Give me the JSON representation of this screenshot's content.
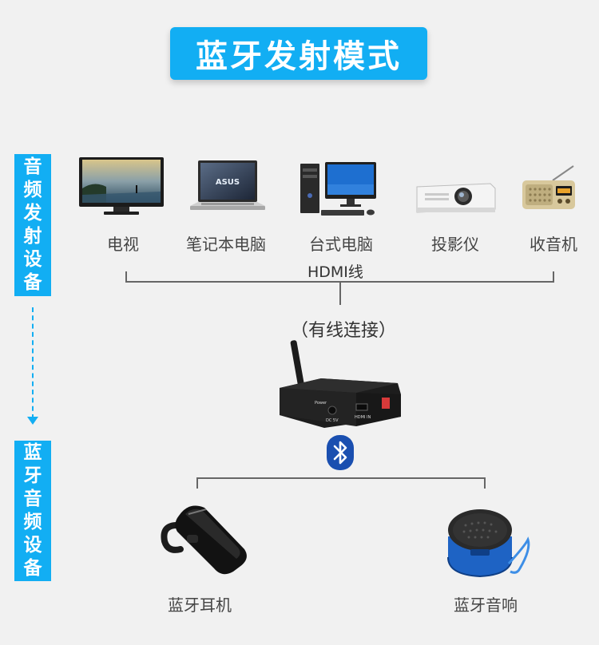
{
  "title": "蓝牙发射模式",
  "side_tags": {
    "source": [
      "音",
      "频",
      "发",
      "射",
      "设",
      "备"
    ],
    "sink": [
      "蓝",
      "牙",
      "音",
      "频",
      "设",
      "备"
    ]
  },
  "source_devices": [
    {
      "label": "电视",
      "icon": "tv-icon"
    },
    {
      "label": "笔记本电脑",
      "icon": "laptop-icon"
    },
    {
      "label": "台式电脑",
      "icon": "desktop-pc-icon"
    },
    {
      "label": "投影仪",
      "icon": "projector-icon"
    },
    {
      "label": "收音机",
      "icon": "radio-icon"
    }
  ],
  "laptop_brand": "ASUS",
  "connection": {
    "cable_label": "HDMI线",
    "wired_label": "（有线连接）"
  },
  "transmitter": {
    "power_label": "Power",
    "dc_label": "DC 5V",
    "hdmi_label": "HDMI IN"
  },
  "bluetooth_icon": "bluetooth-icon",
  "sink_devices": [
    {
      "label": "蓝牙耳机",
      "icon": "bluetooth-headset-icon"
    },
    {
      "label": "蓝牙音响",
      "icon": "bluetooth-speaker-icon"
    }
  ],
  "colors": {
    "accent": "#12aef3",
    "background": "#f1f1f1",
    "bluetooth": "#1a4fb0"
  }
}
